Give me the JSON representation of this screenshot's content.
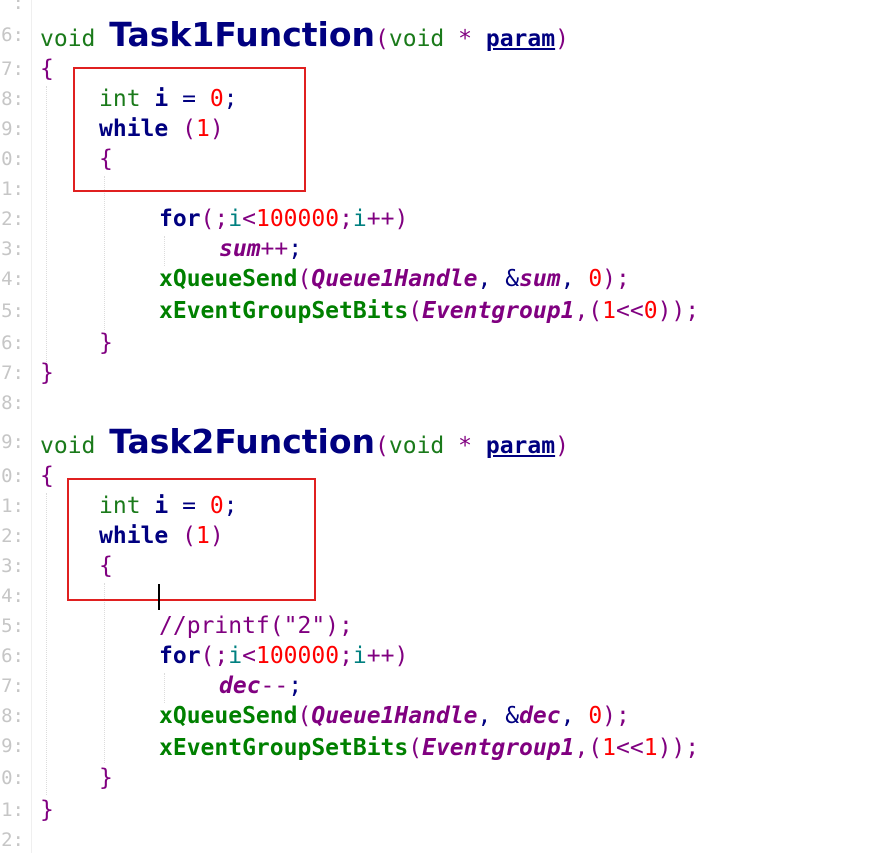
{
  "line_numbers": [
    ":",
    "6:",
    "7:",
    "8:",
    "9:",
    "0:",
    "1:",
    "2:",
    "3:",
    "4:",
    "5:",
    "6:",
    "7:",
    "8:",
    "9:",
    "0:",
    "1:",
    "2:",
    "3:",
    "4:",
    "5:",
    "6:",
    "7:",
    "8:",
    "9:",
    "0:",
    "1:",
    "2:"
  ],
  "task1": {
    "ret_type": "void",
    "name": "Task1Function",
    "lparen": "(",
    "arg_type": "void",
    "star": "*",
    "arg_name": "param",
    "rparen": ")",
    "open_brace": "{",
    "decl_type": "int",
    "decl_var": "i",
    "decl_eq": " = ",
    "decl_val": "0",
    "decl_semi": ";",
    "while_kw": "while",
    "while_lp": " (",
    "while_val": "1",
    "while_rp": ")",
    "loop_open": "{",
    "for_kw": "for",
    "for_p1": "(;",
    "for_i1": "i",
    "for_lt": "<",
    "for_limit": "100000",
    "for_semi": ";",
    "for_i2": "i",
    "for_inc": "++)",
    "stmt_var": "sum",
    "stmt_op": "++",
    "stmt_semi": ";",
    "qs_call": "xQueueSend",
    "qs_lp": "(",
    "qs_handle": "Queue1Handle",
    "qs_comma1": ", &",
    "qs_var": "sum",
    "qs_comma2": ", ",
    "qs_val": "0",
    "qs_rp": ");",
    "eg_call": "xEventGroupSetBits",
    "eg_lp": "(",
    "eg_group": "Eventgroup1",
    "eg_comma": ",(",
    "eg_one": "1",
    "eg_shift": "<<",
    "eg_bit": "0",
    "eg_rp": "));",
    "loop_close": "}",
    "close_brace": "}"
  },
  "task2": {
    "ret_type": "void",
    "name": "Task2Function",
    "lparen": "(",
    "arg_type": "void",
    "star": "*",
    "arg_name": "param",
    "rparen": ")",
    "open_brace": "{",
    "decl_type": "int",
    "decl_var": "i",
    "decl_eq": " = ",
    "decl_val": "0",
    "decl_semi": ";",
    "while_kw": "while",
    "while_lp": " (",
    "while_val": "1",
    "while_rp": ")",
    "loop_open": "{",
    "comment": "//printf(\"2\");",
    "for_kw": "for",
    "for_p1": "(;",
    "for_i1": "i",
    "for_lt": "<",
    "for_limit": "100000",
    "for_semi": ";",
    "for_i2": "i",
    "for_inc": "++)",
    "stmt_var": "dec",
    "stmt_op": "--",
    "stmt_semi": ";",
    "qs_call": "xQueueSend",
    "qs_lp": "(",
    "qs_handle": "Queue1Handle",
    "qs_comma1": ", &",
    "qs_var": "dec",
    "qs_comma2": ", ",
    "qs_val": "0",
    "qs_rp": ");",
    "eg_call": "xEventGroupSetBits",
    "eg_lp": "(",
    "eg_group": "Eventgroup1",
    "eg_comma": ",(",
    "eg_one": "1",
    "eg_shift": "<<",
    "eg_bit": "1",
    "eg_rp": "));",
    "loop_close": "}",
    "close_brace": "}"
  },
  "colors": {
    "highlight_box": "#e02020",
    "keyword": "#000080",
    "string_purple": "#800080",
    "number": "#ff0000",
    "call": "#008000",
    "loop_var": "#008080"
  }
}
